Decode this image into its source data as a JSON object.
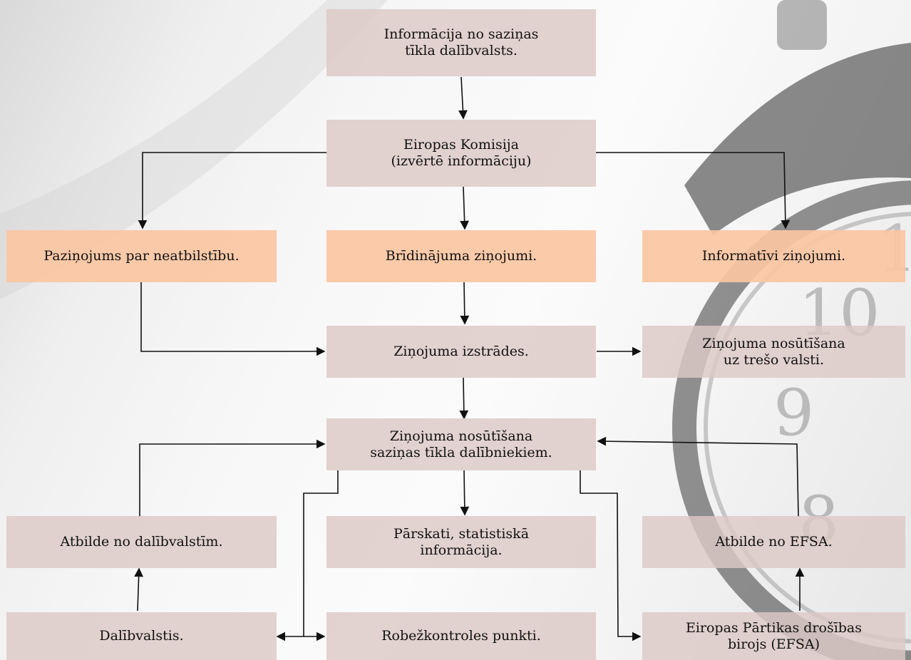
{
  "diagram": {
    "nodes": {
      "info_network": "Informācija no saziņas\ntīkla dalībvalsts.",
      "commission": "Eiropas Komisija\n(izvērtē informāciju)",
      "non_compliance": "Paziņojums par neatbilstību.",
      "alerts": "Brīdinājuma ziņojumi.",
      "informative": "Informatīvi ziņojumi.",
      "drafting": "Ziņojuma izstrādes.",
      "third_country": "Ziņojuma nosūtīšana\nuz trešo valsti.",
      "send_members": "Ziņojuma nosūtīšana\nsaziņas tīkla dalībniekiem.",
      "reply_members": "Atbilde no dalībvalstīm.",
      "reports": "Pārskati, statistiskā\ninformācija.",
      "reply_efsa": "Atbilde no EFSA.",
      "member_state": "Dalībvalstis.",
      "border_points": "Robežkontroles punkti.",
      "efsa": "Eiropas Pārtikas drošības\nbirojs (EFSA)"
    }
  }
}
